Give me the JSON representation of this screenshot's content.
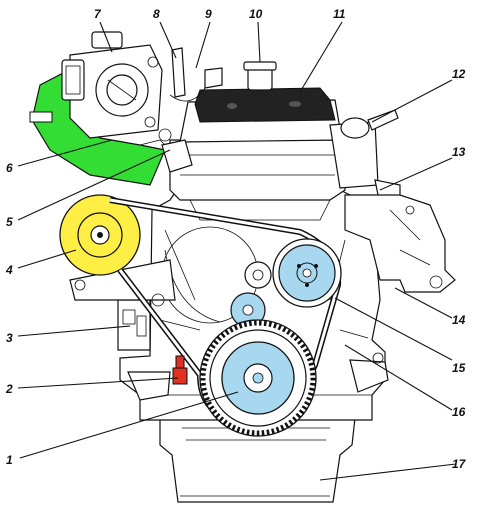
{
  "diagram": {
    "callouts": [
      "1",
      "2",
      "3",
      "4",
      "5",
      "6",
      "7",
      "8",
      "9",
      "10",
      "11",
      "12",
      "13",
      "14",
      "15",
      "16",
      "17"
    ]
  },
  "colors": {
    "alternator": "#ffee44",
    "intake_pipe": "#33dd33",
    "pulleys": "#a8d8f0",
    "sensor": "#e03020",
    "outline": "#111111",
    "head_cover": "#222222"
  }
}
